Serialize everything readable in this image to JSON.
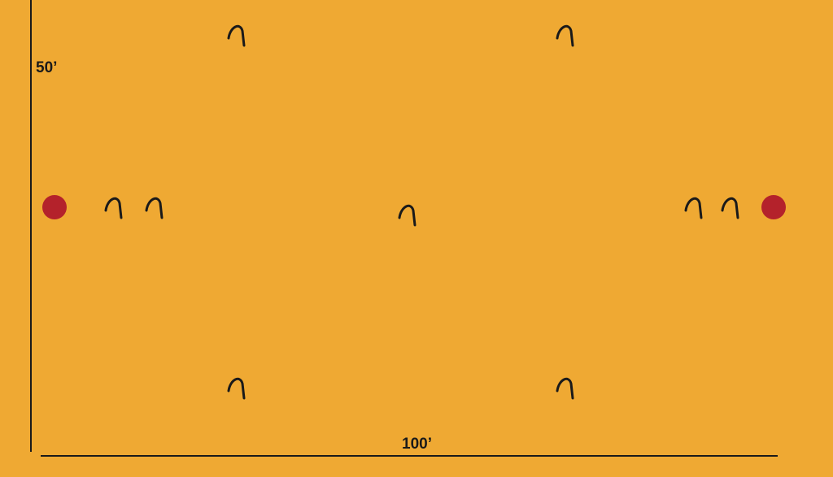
{
  "dimensions": {
    "width_label": "100’",
    "height_label": "50’"
  },
  "colors": {
    "background": "#EFA933",
    "line": "#1a1a1a",
    "stake": "#B4222B",
    "wicket": "#1a1a1a"
  },
  "stakes": [
    {
      "name": "stake-left"
    },
    {
      "name": "stake-right"
    }
  ],
  "wickets": [
    {
      "name": "wicket-1"
    },
    {
      "name": "wicket-2"
    },
    {
      "name": "wicket-3"
    },
    {
      "name": "wicket-4"
    },
    {
      "name": "wicket-5"
    },
    {
      "name": "wicket-6"
    },
    {
      "name": "wicket-7"
    },
    {
      "name": "wicket-8"
    },
    {
      "name": "wicket-9"
    }
  ]
}
